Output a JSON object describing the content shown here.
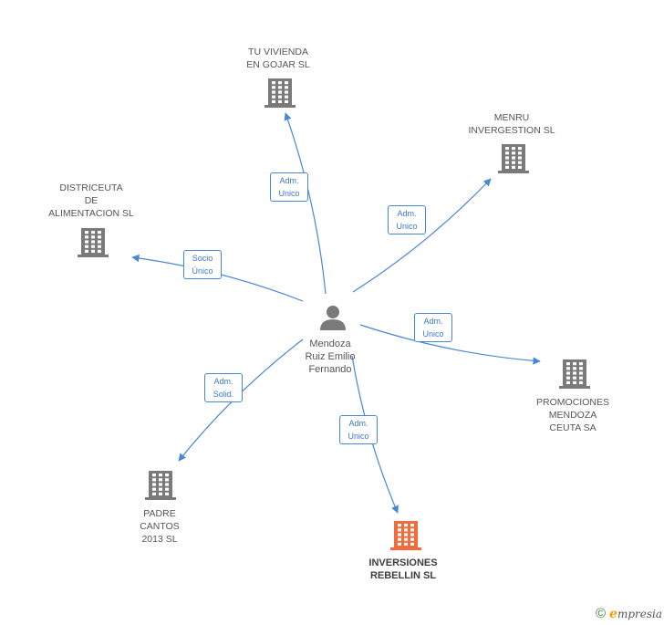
{
  "colors": {
    "edge": "#4a87d3",
    "building": "#7a7a7a",
    "building_main": "#f26b3a",
    "person": "#7a7a7a"
  },
  "person": {
    "name": "Mendoza\nRuiz Emilio\nFernando",
    "icon": "person-icon"
  },
  "companies": [
    {
      "id": "tu-vivienda",
      "name": "TU VIVIENDA\nEN GOJAR  SL",
      "icon": "building-icon"
    },
    {
      "id": "menru",
      "name": "MENRU\nINVERGESTION SL",
      "icon": "building-icon"
    },
    {
      "id": "districeuta",
      "name": "DISTRICEUTA\nDE\nALIMENTACION SL",
      "icon": "building-icon"
    },
    {
      "id": "promociones",
      "name": "PROMOCIONES\nMENDOZA\nCEUTA SA",
      "icon": "building-icon"
    },
    {
      "id": "padre-cantos",
      "name": "PADRE\nCANTOS\n2013  SL",
      "icon": "building-icon"
    },
    {
      "id": "inversiones",
      "name": "INVERSIONES\nREBELLIN SL",
      "icon": "building-icon",
      "highlight": true
    }
  ],
  "relations": [
    {
      "to": "tu-vivienda",
      "label": "Adm.\nUnico"
    },
    {
      "to": "menru",
      "label": "Adm.\nUnico"
    },
    {
      "to": "districeuta",
      "label": "Socio\nÚnico"
    },
    {
      "to": "promociones",
      "label": "Adm.\nUnico"
    },
    {
      "to": "padre-cantos",
      "label": "Adm.\nSolid."
    },
    {
      "to": "inversiones",
      "label": "Adm.\nUnico"
    }
  ],
  "footer": {
    "copyright": "©",
    "brand_initial": "e",
    "brand_rest": "mpresia"
  }
}
